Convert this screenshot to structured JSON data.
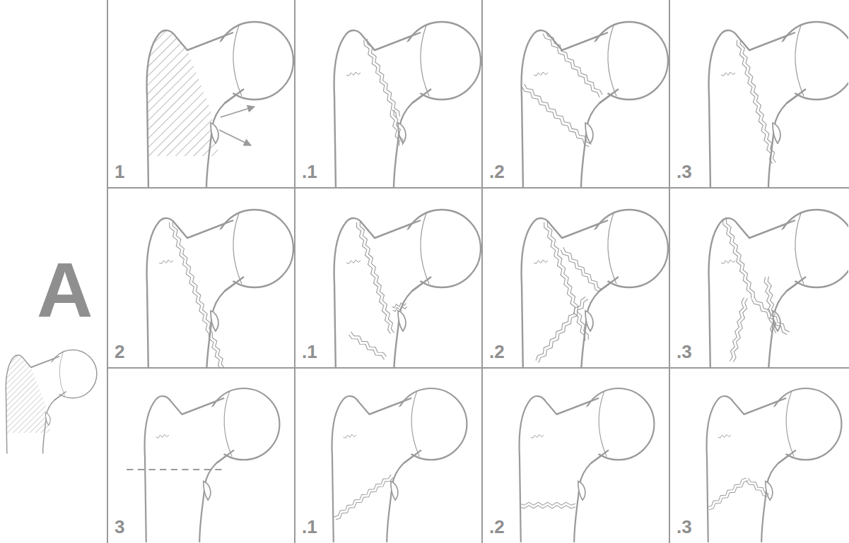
{
  "diagram": {
    "labels": [
      "A",
      "1",
      ".1",
      ".2",
      ".3",
      "2",
      ".1",
      ".2",
      ".3",
      "3",
      ".1",
      ".2",
      ".3"
    ]
  }
}
